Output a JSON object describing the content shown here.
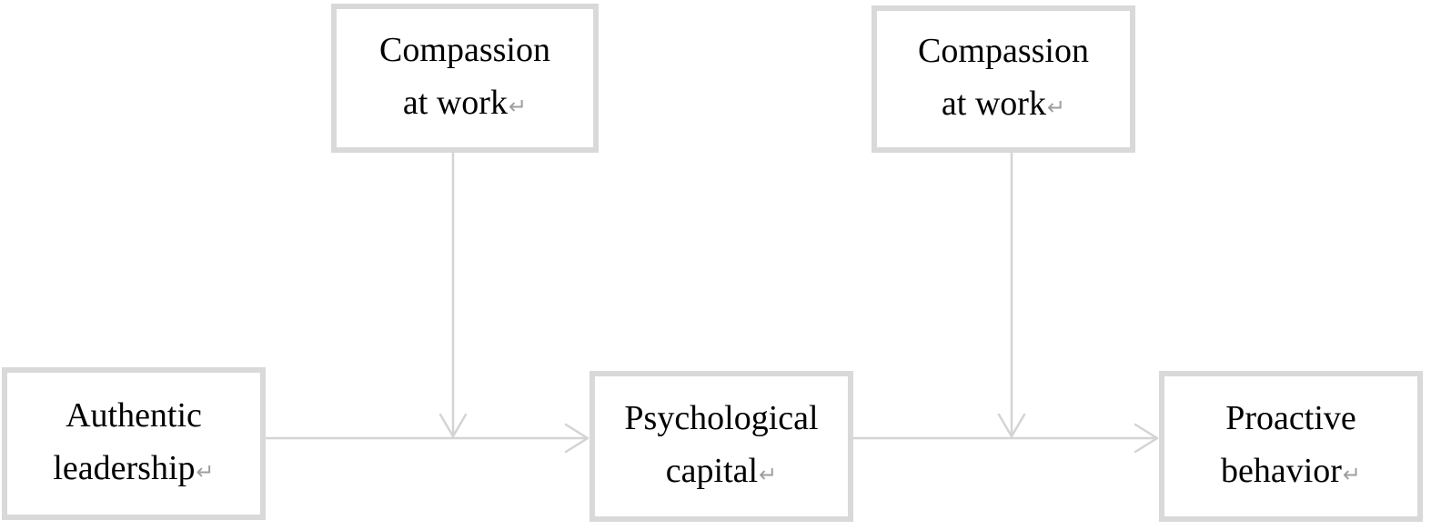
{
  "diagram": {
    "nodes": {
      "moderator_1": {
        "line1": "Compassion",
        "line2": "at work"
      },
      "moderator_2": {
        "line1": "Compassion",
        "line2": "at work"
      },
      "authentic_leadership": {
        "line1": "Authentic",
        "line2": "leadership"
      },
      "psychological_capital": {
        "line1": "Psychological",
        "line2": "capital"
      },
      "proactive_behavior": {
        "line1": "Proactive",
        "line2": "behavior"
      }
    },
    "paragraph_mark": "↵",
    "edges": [
      {
        "from": "Authentic leadership",
        "to": "Psychological capital"
      },
      {
        "from": "Psychological capital",
        "to": "Proactive behavior"
      },
      {
        "from": "Compassion at work",
        "to": "Authentic leadership → Psychological capital"
      },
      {
        "from": "Compassion at work",
        "to": "Psychological capital → Proactive behavior"
      }
    ]
  },
  "colors": {
    "box_border": "#d9d9d9",
    "arrow": "#d4d4d4",
    "text": "#000000",
    "paragraph_mark": "#9e9e9e"
  }
}
